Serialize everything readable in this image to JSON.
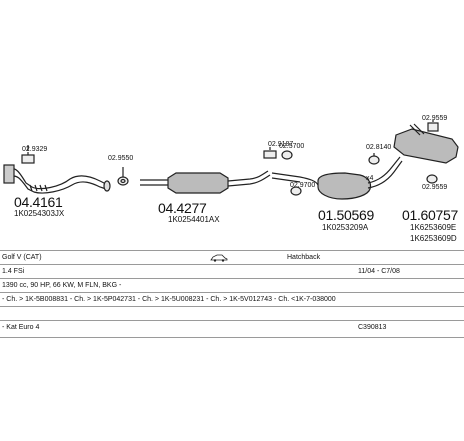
{
  "parts": [
    {
      "number": "04.4161",
      "oem": "1K0254303JX",
      "clamp": "02.9329"
    },
    {
      "number": "02.9550"
    },
    {
      "number": "04.4277",
      "oem": "1K0254401AX"
    },
    {
      "number": "01.50569",
      "oem": "1K0253209A",
      "clamps": [
        "02.9187",
        "02.5700",
        "02.9700"
      ]
    },
    {
      "number": "01.60757",
      "oem": [
        "1K6253609E",
        "1K6253609D"
      ],
      "clamps": [
        "02.8140",
        "02.9559",
        "02.9559"
      ],
      "note": "x4"
    }
  ],
  "info": {
    "model": "Golf V (CAT)",
    "body": "Hatchback",
    "engine": "1.4 FSi",
    "dates": "11/04 - C7/08",
    "spec": "1390 cc, 90 HP, 66 KW, M FLN, BKG -",
    "chassis": "- Ch. > 1K-5B008831 - Ch. > 1K-5P042731 - Ch. > 1K-5U008231 - Ch. > 1K-5V012743 - Ch. <1K-7-038000",
    "standard": "- Kat Euro 4",
    "code": "C390813"
  }
}
